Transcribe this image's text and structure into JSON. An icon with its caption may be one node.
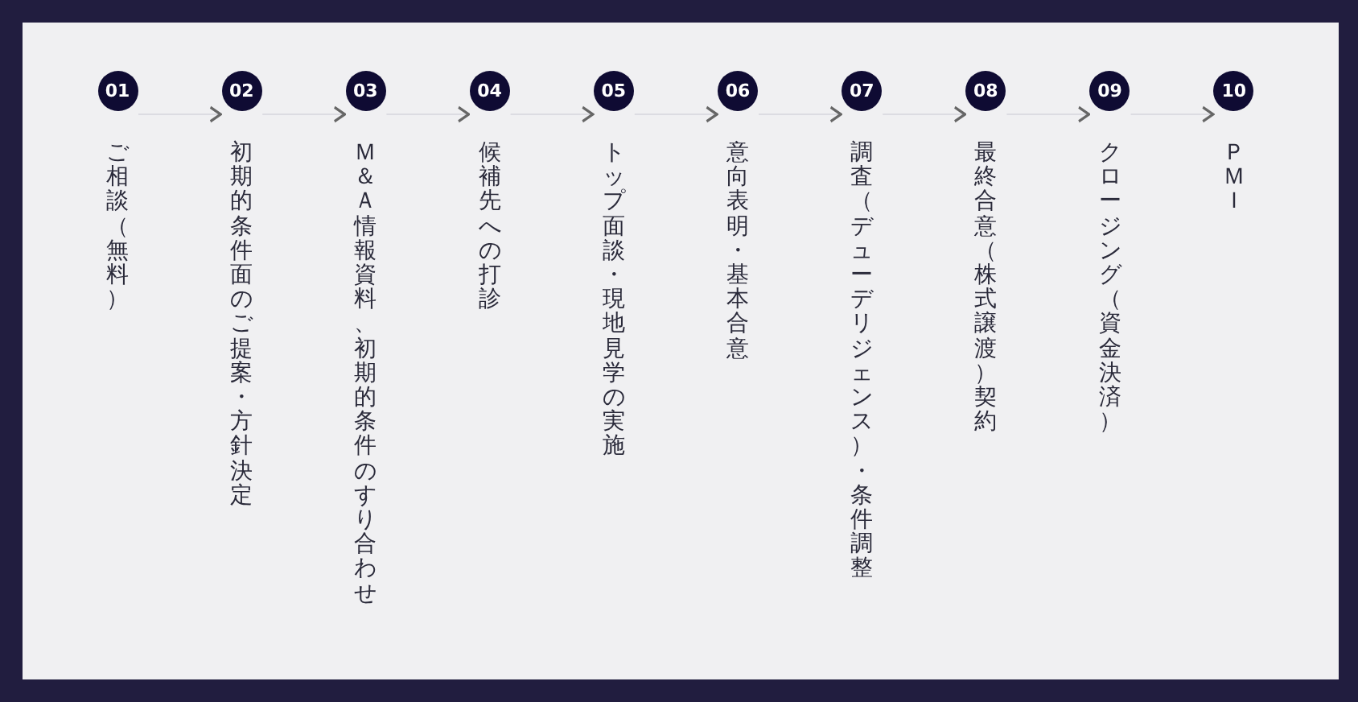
{
  "diagram": {
    "nodes": [
      {
        "text": [
          "01",
          "ご相談（無料）"
        ]
      },
      {
        "text": [
          "02",
          "初期的条件面のご提案・方針決定"
        ]
      },
      {
        "text": [
          "03",
          "Ｍ＆Ａ情報資料、初期的条件のすり合わせ"
        ]
      },
      {
        "text": [
          "04",
          "候補先への打診"
        ]
      },
      {
        "text": [
          "05",
          "トップ面談・現地見学の実施"
        ]
      },
      {
        "text": [
          "06",
          "意向表明・基本合意"
        ]
      },
      {
        "text": [
          "07",
          "調査（デューデリジェンス）・条件調整"
        ]
      },
      {
        "text": [
          "08",
          "最終合意（株式譲渡）契約"
        ]
      },
      {
        "text": [
          "09",
          "クロージング（資金決済）"
        ]
      },
      {
        "text": [
          "10",
          "ＰＭＩ"
        ]
      }
    ],
    "edges": [
      {
        "from": 0,
        "to": 1,
        "arrow": "to"
      },
      {
        "from": 1,
        "to": 2,
        "arrow": "to"
      },
      {
        "from": 2,
        "to": 3,
        "arrow": "to"
      },
      {
        "from": 3,
        "to": 4,
        "arrow": "to"
      },
      {
        "from": 4,
        "to": 5,
        "arrow": "to"
      },
      {
        "from": 5,
        "to": 6,
        "arrow": "to"
      },
      {
        "from": 6,
        "to": 7,
        "arrow": "to"
      },
      {
        "from": 7,
        "to": 8,
        "arrow": "to"
      },
      {
        "from": 8,
        "to": 9,
        "arrow": "to"
      }
    ]
  }
}
